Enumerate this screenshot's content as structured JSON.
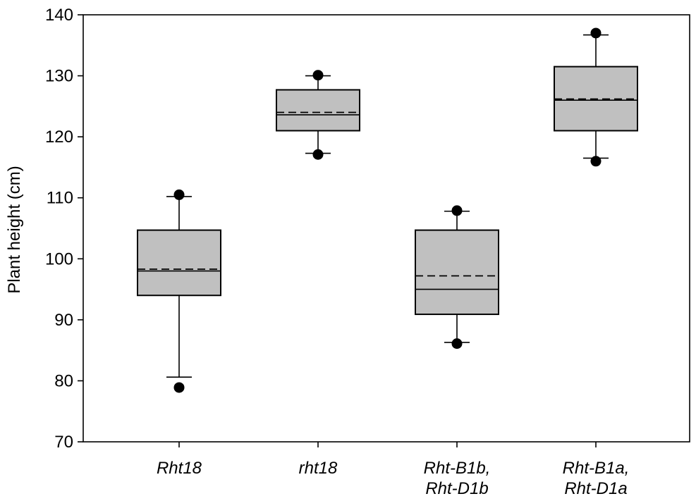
{
  "chart_data": {
    "type": "box",
    "ylabel": "Plant height (cm)",
    "xlabel": "",
    "ylim": [
      70,
      140
    ],
    "yticks": [
      70,
      80,
      90,
      100,
      110,
      120,
      130,
      140
    ],
    "grid": false,
    "box_fill": "#c0c0c0",
    "categories": [
      [
        "Rht18"
      ],
      [
        "rht18"
      ],
      [
        "Rht-B1b,",
        "Rht-D1b"
      ],
      [
        "Rht-B1a,",
        "Rht-D1a"
      ]
    ],
    "boxes": [
      {
        "whisker_low": 80.6,
        "q1": 94.0,
        "median": 98.0,
        "mean": 98.3,
        "q3": 104.7,
        "whisker_high": 110.2,
        "outliers": [
          78.9,
          110.5
        ]
      },
      {
        "whisker_low": 117.3,
        "q1": 121.0,
        "median": 123.6,
        "mean": 124.0,
        "q3": 127.7,
        "whisker_high": 130.0,
        "outliers": [
          117.1,
          130.1
        ]
      },
      {
        "whisker_low": 86.3,
        "q1": 90.9,
        "median": 95.0,
        "mean": 97.2,
        "q3": 104.7,
        "whisker_high": 107.8,
        "outliers": [
          86.1,
          107.9
        ]
      },
      {
        "whisker_low": 116.5,
        "q1": 121.0,
        "median": 126.0,
        "mean": 126.2,
        "q3": 131.5,
        "whisker_high": 136.7,
        "outliers": [
          116.0,
          137.0
        ]
      }
    ]
  }
}
